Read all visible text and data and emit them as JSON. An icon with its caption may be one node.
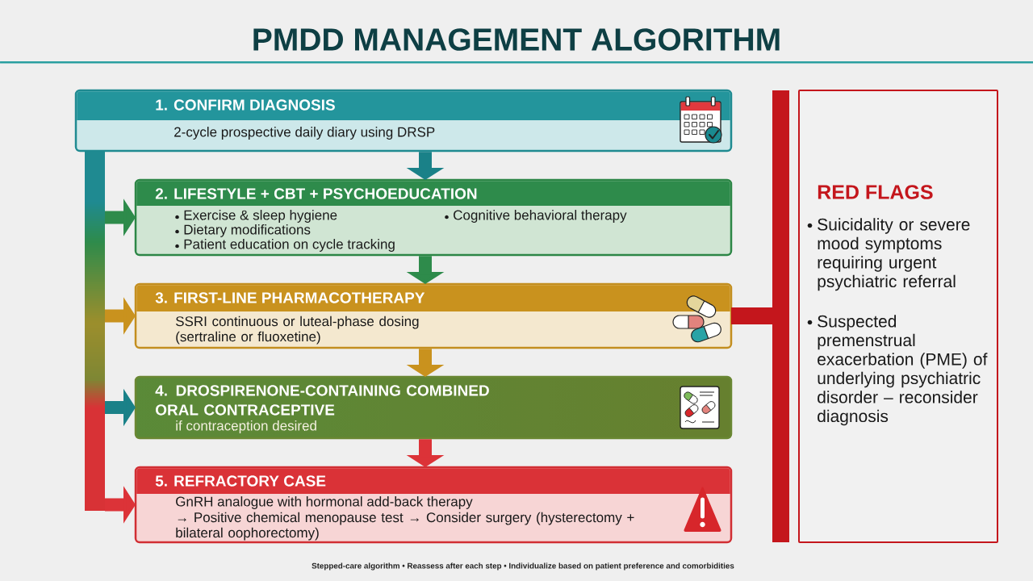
{
  "diagram": {
    "title": "PMDD MANAGEMENT ALGORITHM",
    "caption": "Stepped-care algorithm • Reassess after each step • Individualize based on patient preference and comorbidities",
    "nodes": [
      {
        "text": [
          "1. CONFIRM DIAGNOSIS",
          "2-cycle prospective daily diary using DRSP"
        ]
      },
      {
        "text": [
          "2. LIFESTYLE + CBT + PSYCHOEDUCATION",
          "Exercise & sleep hygiene",
          "Dietary modifications",
          "Patient education on cycle tracking",
          "Cognitive behavioral therapy"
        ]
      },
      {
        "text": [
          "3. FIRST-LINE PHARMACOTHERAPY",
          "SSRI continuous or luteal-phase dosing (sertraline or fluoxetine)"
        ]
      },
      {
        "text": [
          "4. DROSPIRENONE-CONTAINING COMBINED ORAL CONTRACEPTIVE",
          "if contraception desired"
        ]
      },
      {
        "text": [
          "5. REFRACTORY CASE",
          "GnRH analogue with hormonal add-back therapy",
          "→ Positive chemical menopause test → Consider surgery (hysterectomy + bilateral oophorectomy)"
        ]
      },
      {
        "text": [
          "RED FLAGS",
          "Suicidality or severe mood symptoms requiring urgent psychiatric referral",
          "Suspected premenstrual exacerbation (PME) of underlying psychiatric disorder – reconsider diagnosis"
        ]
      },
      {
        "text": [],
        "shape": "bar"
      }
    ],
    "edges": [
      {
        "from": 0,
        "to": 1,
        "arrow": "to",
        "color": "#1a8188"
      },
      {
        "from": 1,
        "to": 2,
        "arrow": "to",
        "color": "#2e8b4b"
      },
      {
        "from": 2,
        "to": 3,
        "arrow": "to",
        "color": "#c9921e"
      },
      {
        "from": 3,
        "to": 4,
        "arrow": "to",
        "color": "#dc3338"
      },
      {
        "from": 6,
        "to": 1,
        "arrow": "to",
        "color": "#2e8b4b"
      },
      {
        "from": 6,
        "to": 2,
        "arrow": "to",
        "color": "#c9921e"
      },
      {
        "from": 6,
        "to": 3,
        "arrow": "to",
        "color": "#1a8188"
      },
      {
        "from": 6,
        "to": 4,
        "arrow": "to",
        "color": "#dc3338"
      },
      {
        "from": 2,
        "to": 5,
        "arrow": "none",
        "color": "#c4161c"
      }
    ]
  }
}
